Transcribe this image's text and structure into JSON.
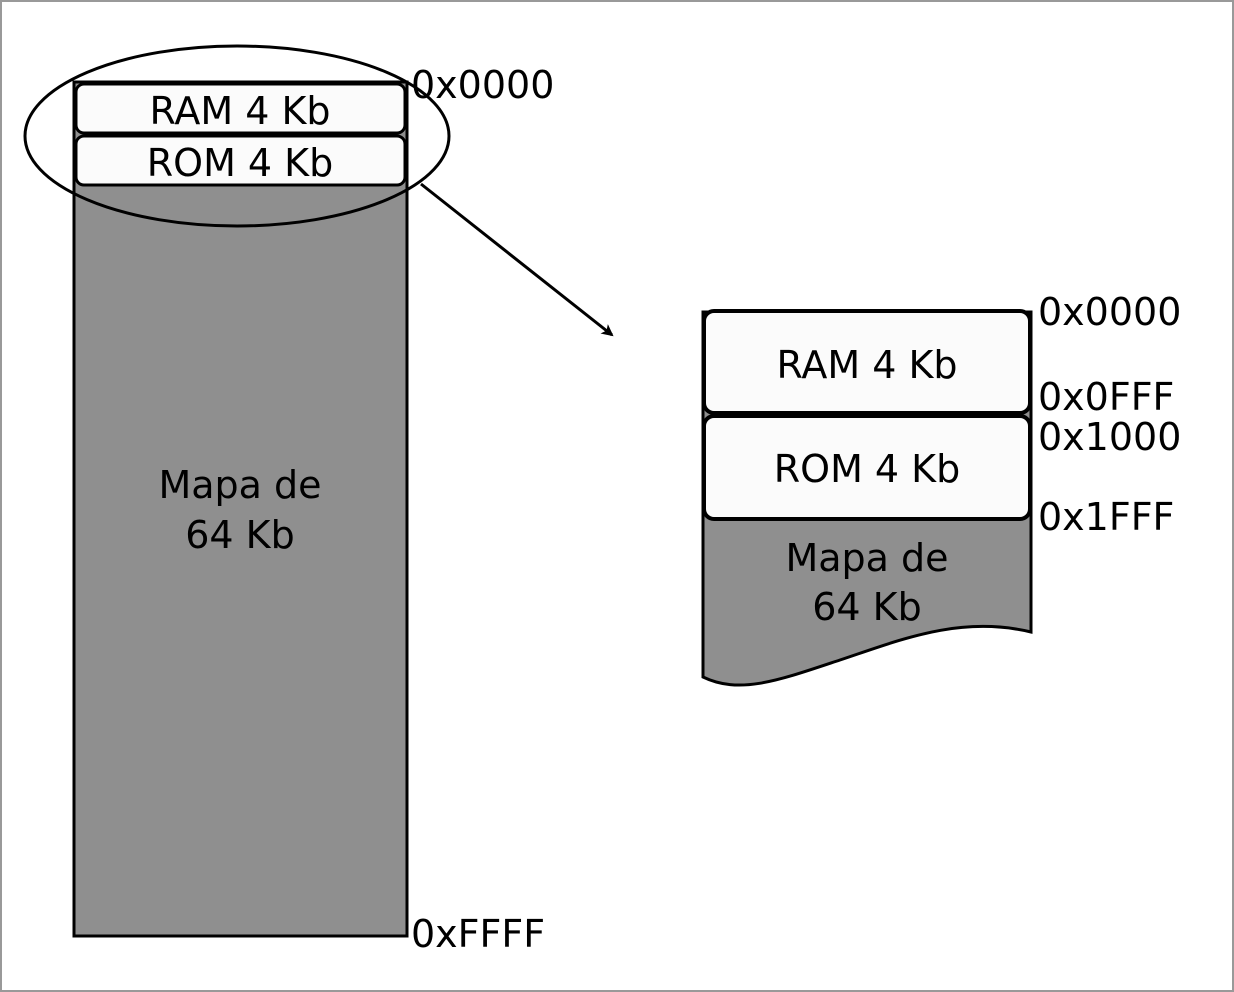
{
  "colors": {
    "map_fill": "#8f8f8f",
    "block_fill": "#fbfbfb",
    "stroke": "#000000",
    "frame": "#999999",
    "background": "#ffffff"
  },
  "full_map": {
    "blocks": [
      {
        "label": "RAM 4 Kb"
      },
      {
        "label": "ROM 4 Kb"
      }
    ],
    "map_label_line1": "Mapa de",
    "map_label_line2": "64 Kb",
    "start_address": "0x0000",
    "end_address": "0xFFFF"
  },
  "zoomed_map": {
    "blocks": [
      {
        "label": "RAM 4 Kb",
        "start": "0x0000",
        "end": "0x0FFF"
      },
      {
        "label": "ROM 4 Kb",
        "start": "0x1000",
        "end": "0x1FFF"
      }
    ],
    "map_label_line1": "Mapa de",
    "map_label_line2": "64 Kb"
  }
}
